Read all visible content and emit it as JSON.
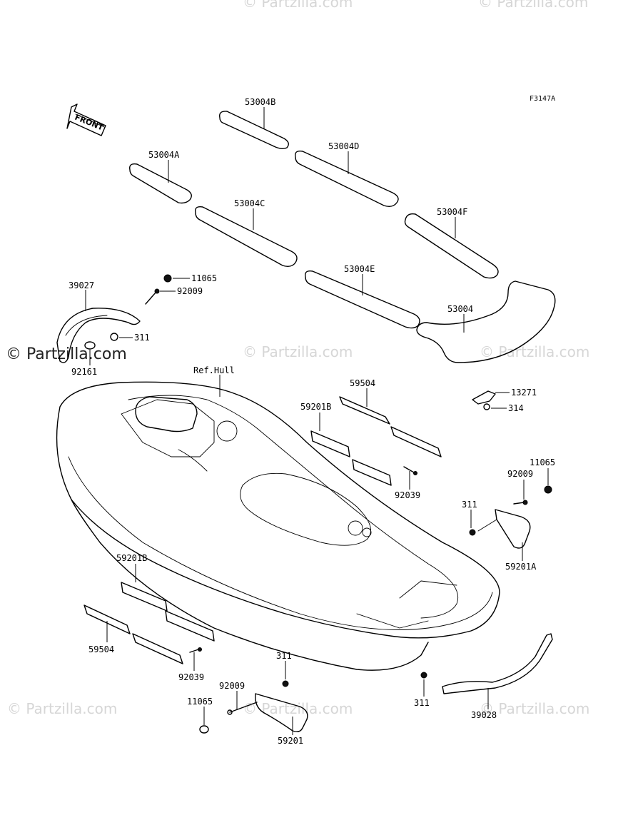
{
  "figure_code": "F3147A",
  "front_label": "FRONT",
  "watermarks": {
    "left": "© Partzilla.com",
    "faint": "© Partzilla.com"
  },
  "callouts": {
    "mat_53004B": "53004B",
    "mat_53004A": "53004A",
    "mat_53004D": "53004D",
    "mat_53004C": "53004C",
    "mat_53004F": "53004F",
    "mat_53004E": "53004E",
    "mat_53004": "53004",
    "nut_11065_top": "11065",
    "bolt_92009_top": "92009",
    "handle_39027": "39027",
    "nut_311_top": "311",
    "cap_92161": "92161",
    "ref_hull": "Ref.Hull",
    "rail_59504_top": "59504",
    "guard_59201B_top": "59201B",
    "bracket_13271": "13271",
    "nut_314": "314",
    "screw_92039_top": "92039",
    "cap_11065_right": "11065",
    "bolt_92009_right": "92009",
    "nut_311_right": "311",
    "guard_59201A": "59201A",
    "guard_59201B_bottom": "59201B",
    "rail_59504_bottom": "59504",
    "screw_92039_bottom": "92039",
    "nut_311_bottom": "311",
    "bolt_92009_bottom": "92009",
    "cap_11065_bottom": "11065",
    "guard_59201": "59201",
    "nut_311_rear": "311",
    "rail_39028": "39028"
  }
}
